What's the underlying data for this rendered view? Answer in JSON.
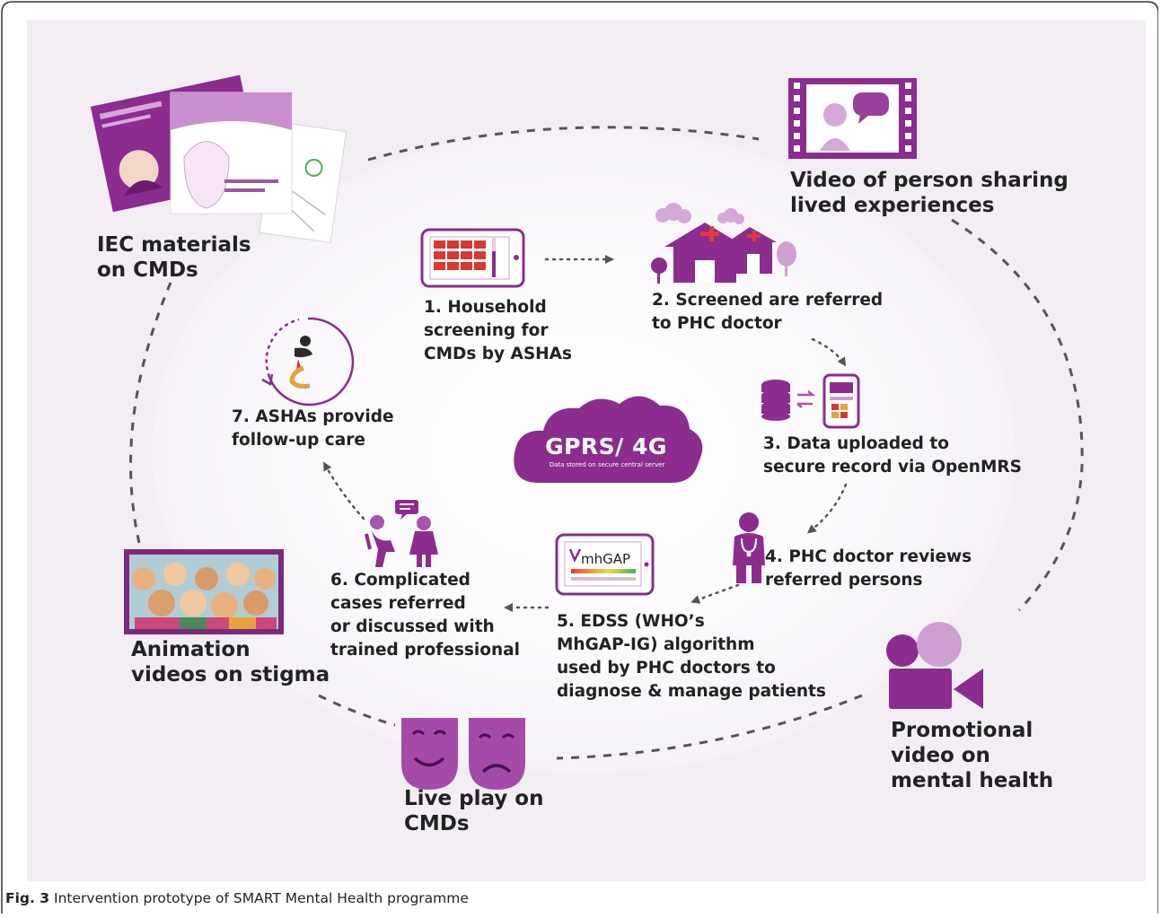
{
  "figure": {
    "caption_label": "Fig. 3",
    "caption_text": "Intervention prototype of SMART Mental Health programme"
  },
  "center": {
    "cloud_title": "GPRS/ 4G",
    "cloud_subtitle": "Data stored on secure central server"
  },
  "steps": {
    "step1": "1. Household\nscreening for\nCMDs by ASHAs",
    "step2": "2. Screened are referred\nto PHC doctor",
    "step3": "3. Data uploaded to\nsecure record via OpenMRS",
    "step4": "4. PHC doctor reviews\nreferred persons",
    "step5": "5. EDSS (WHO’s\nMhGAP-IG) algorithm\nused by PHC doctors to\ndiagnose & manage patients",
    "step6": "6. Complicated\ncases referred\nor discussed with\ntrained professional",
    "step7": "7. ASHAs provide\nfollow-up care"
  },
  "outer": {
    "iec": "IEC materials\non CMDs",
    "video_lived": "Video of person sharing\nlived experiences",
    "animation": "Animation\nvideos on stigma",
    "live_play": "Live play on\nCMDs",
    "promo": "Promotional\nvideo on\nmental health"
  },
  "icons": {
    "mhgap_label": "mhGAP"
  },
  "colors": {
    "purple": "#8b2c8e",
    "light_purple": "#cf9fd2",
    "mid_purple": "#a855ac",
    "panel_bg": "#f2eef4",
    "dark_gray": "#555555"
  }
}
